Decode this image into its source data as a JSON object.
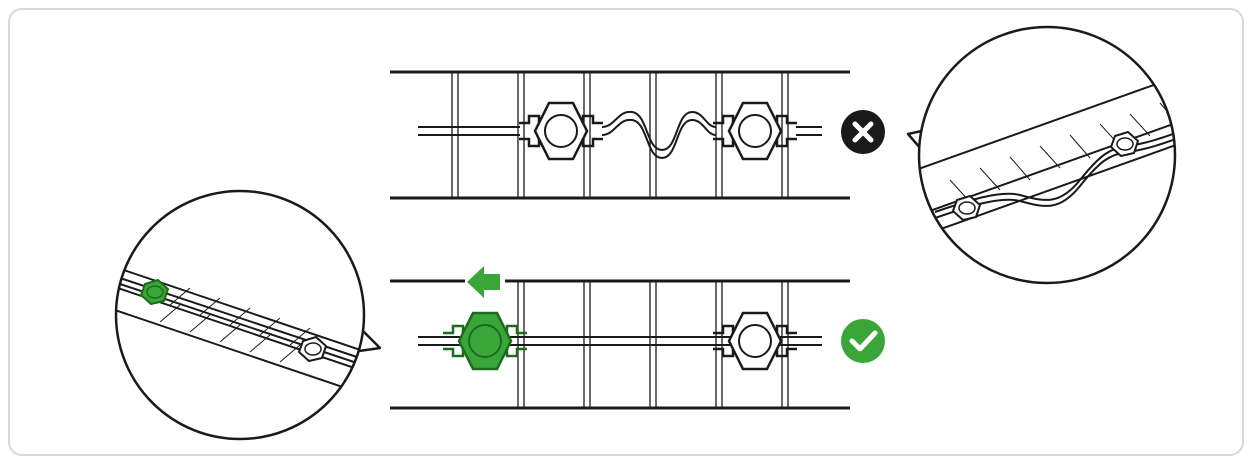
{
  "colors": {
    "line": "#1a1a1a",
    "frame_border": "#d9d9d9",
    "accent_green": "#3aa63a",
    "accent_green_dark": "#1d6b1d",
    "background": "#ffffff"
  },
  "panels": [
    {
      "id": "incorrect",
      "status_icon": "x-circle-icon",
      "wire_shape": "slack-wave",
      "clips": [
        "plain",
        "plain"
      ]
    },
    {
      "id": "correct",
      "status_icon": "check-circle-icon",
      "wire_shape": "straight",
      "clips": [
        "green-highlighted",
        "plain"
      ],
      "direction_arrow": "left-arrow-icon"
    }
  ],
  "zoom_callouts": [
    {
      "id": "callout-incorrect",
      "content": "angled-strip-with-slack-wire"
    },
    {
      "id": "callout-correct",
      "content": "angled-strip-with-taut-wire-green-clip"
    }
  ]
}
